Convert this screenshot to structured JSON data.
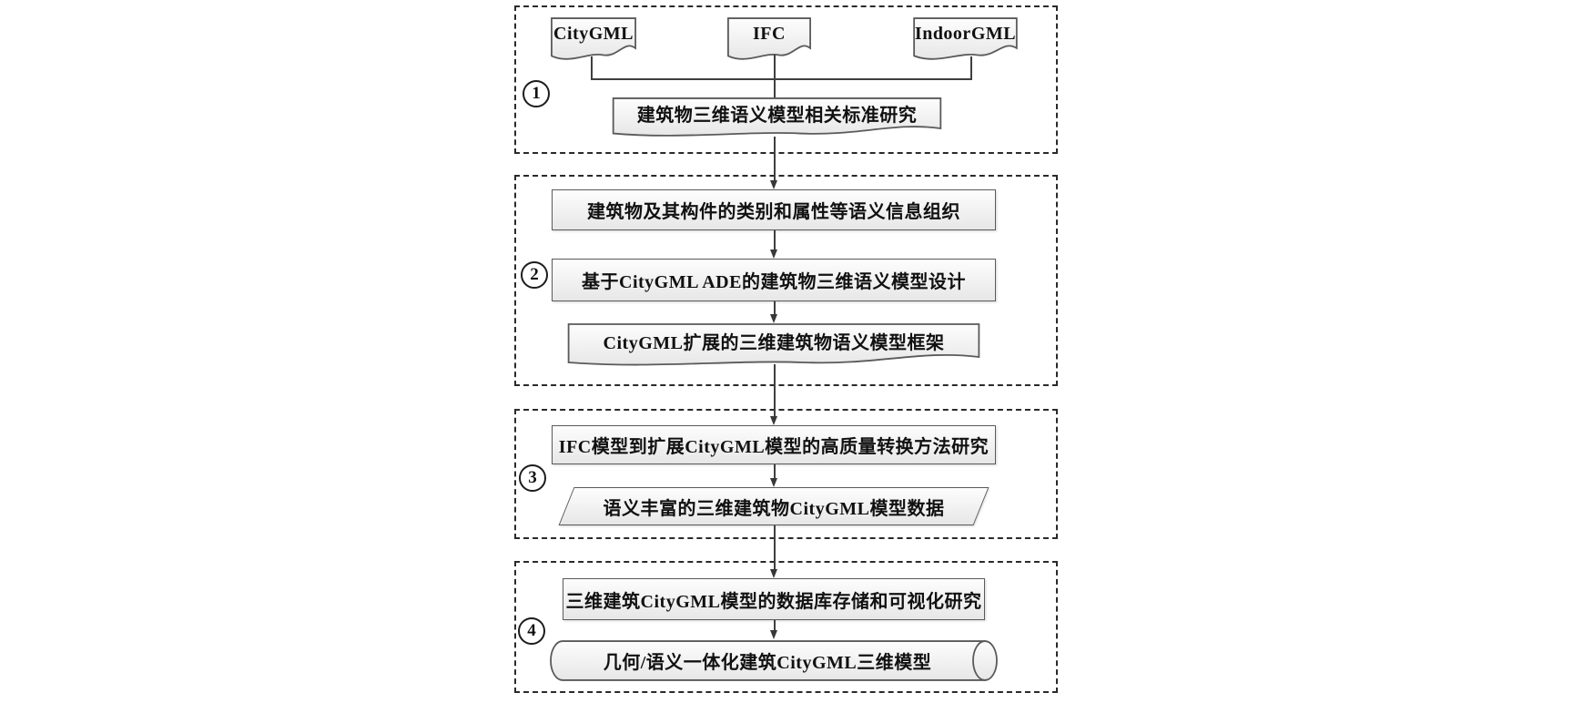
{
  "diagram": {
    "type": "flowchart",
    "phases": [
      {
        "number": "1",
        "sources": [
          {
            "shape": "document",
            "label": "CityGML"
          },
          {
            "shape": "document",
            "label": "IFC"
          },
          {
            "shape": "document",
            "label": "IndoorGML"
          }
        ],
        "steps": [
          {
            "shape": "document",
            "label": "建筑物三维语义模型相关标准研究"
          }
        ]
      },
      {
        "number": "2",
        "steps": [
          {
            "shape": "rect",
            "label": "建筑物及其构件的类别和属性等语义信息组织"
          },
          {
            "shape": "rect",
            "label": "基于CityGML ADE的建筑物三维语义模型设计"
          },
          {
            "shape": "document",
            "label": "CityGML扩展的三维建筑物语义模型框架"
          }
        ]
      },
      {
        "number": "3",
        "steps": [
          {
            "shape": "rect",
            "label": "IFC模型到扩展CityGML模型的高质量转换方法研究"
          },
          {
            "shape": "parallelogram",
            "label": "语义丰富的三维建筑物CityGML模型数据"
          }
        ]
      },
      {
        "number": "4",
        "steps": [
          {
            "shape": "rect",
            "label": "三维建筑CityGML模型的数据库存储和可视化研究"
          },
          {
            "shape": "cylinder",
            "label": "几何/语义一体化建筑CityGML三维模型"
          }
        ]
      }
    ],
    "colors": {
      "shape_border": "#5a5a5a",
      "connector": "#3f3f3f",
      "frame_dash": "#2a2a2a",
      "fill_top": "#fdfdfd",
      "fill_bottom": "#e7e7e7",
      "text": "#111111"
    }
  }
}
